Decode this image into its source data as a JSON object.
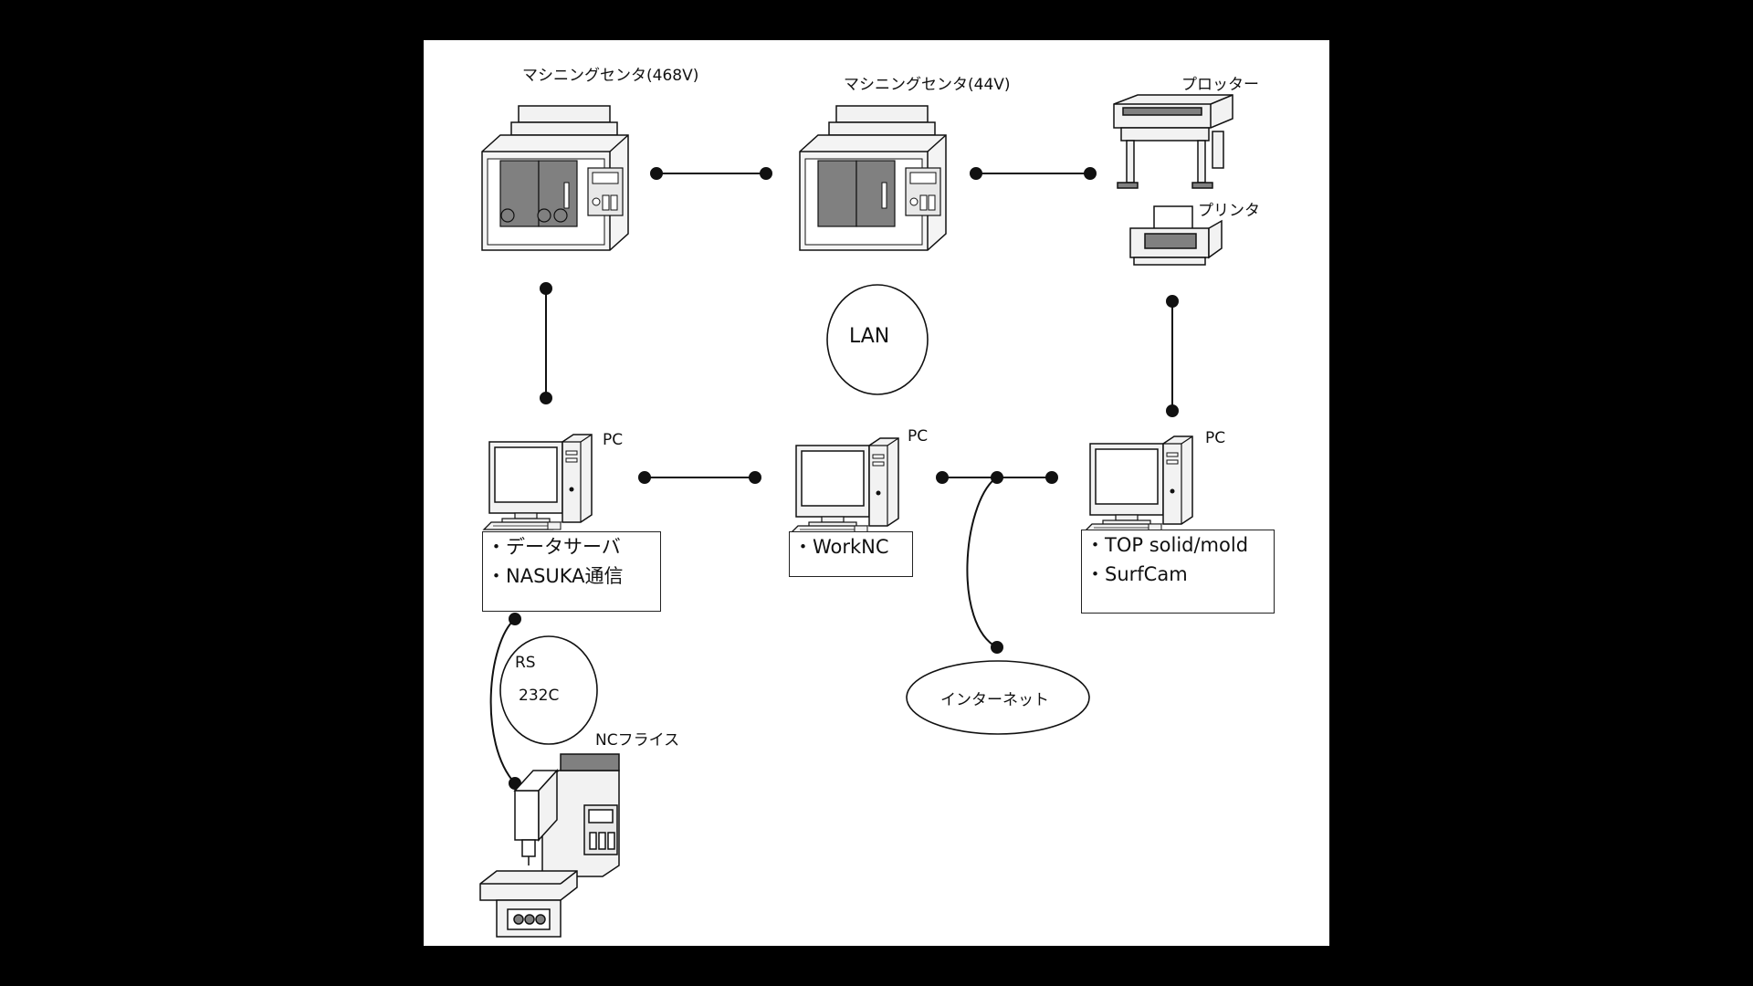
{
  "devices": {
    "mc468": {
      "label": "マシニングセンタ(468V)",
      "icon": "machining-center-icon"
    },
    "mc44": {
      "label": "マシニングセンタ(44V)",
      "icon": "machining-center-icon"
    },
    "plotter": {
      "label": "プロッター",
      "icon": "plotter-icon"
    },
    "printer": {
      "label": "プリンタ",
      "icon": "printer-icon"
    },
    "pc_left": {
      "label": "PC",
      "icon": "pc-icon",
      "functions": [
        "・データサーバ",
        "・NASUKA通信"
      ]
    },
    "pc_center": {
      "label": "PC",
      "icon": "pc-icon",
      "functions": [
        "・WorkNC"
      ]
    },
    "pc_right": {
      "label": "PC",
      "icon": "pc-icon",
      "functions": [
        "・TOP solid/mold",
        "・SurfCam"
      ]
    },
    "nc_mill": {
      "label": "NCフライス",
      "icon": "nc-milling-machine-icon"
    }
  },
  "networks": {
    "lan": "LAN",
    "rs232c": [
      "RS",
      "232C"
    ],
    "internet": "インターネット"
  },
  "colors": {
    "line": "#111111",
    "panel": "#808080",
    "body": "#f2f2f2"
  }
}
